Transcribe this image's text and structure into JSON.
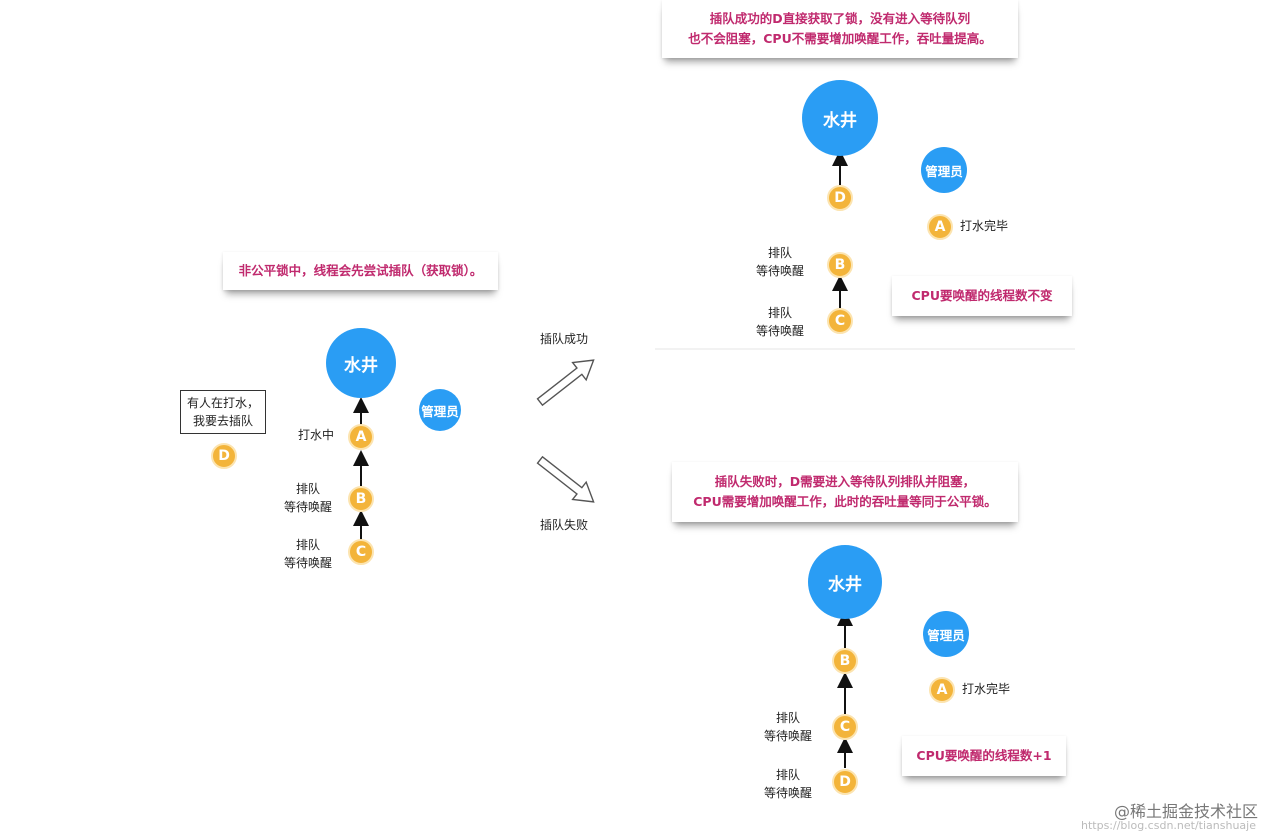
{
  "left": {
    "note": "非公平锁中，线程会先尝试插队（获取锁）。",
    "well": "水井",
    "admin": "管理员",
    "speech": [
      "有人在打水，",
      "我要去插队"
    ],
    "d_node": "D",
    "nodes": [
      {
        "letter": "A",
        "label": [
          "打水中"
        ]
      },
      {
        "letter": "B",
        "label": [
          "排队",
          "等待唤醒"
        ]
      },
      {
        "letter": "C",
        "label": [
          "排队",
          "等待唤醒"
        ]
      }
    ]
  },
  "arrows": {
    "success": "插队成功",
    "fail": "插队失败"
  },
  "top_right": {
    "note": [
      "插队成功的D直接获取了锁，没有进入等待队列",
      "也不会阻塞，CPU不需要增加唤醒工作，吞吐量提高。"
    ],
    "well": "水井",
    "admin": "管理员",
    "d_node": "D",
    "done_node": "A",
    "done_label": "打水完毕",
    "nodes": [
      {
        "letter": "B",
        "label": [
          "排队",
          "等待唤醒"
        ]
      },
      {
        "letter": "C",
        "label": [
          "排队",
          "等待唤醒"
        ]
      }
    ],
    "cpu_note": "CPU要唤醒的线程数不变"
  },
  "bottom_right": {
    "note": [
      "插队失败时，D需要进入等待队列排队并阻塞，",
      "CPU需要增加唤醒工作，此时的吞吐量等同于公平锁。"
    ],
    "well": "水井",
    "admin": "管理员",
    "done_node": "A",
    "done_label": "打水完毕",
    "nodes": [
      {
        "letter": "B",
        "label": []
      },
      {
        "letter": "C",
        "label": [
          "排队",
          "等待唤醒"
        ]
      },
      {
        "letter": "D",
        "label": [
          "排队",
          "等待唤醒"
        ]
      }
    ],
    "cpu_note": "CPU要唤醒的线程数+1"
  },
  "watermark": "@稀土掘金技术社区",
  "watermark_url": "https://blog.csdn.net/tianshuaje"
}
